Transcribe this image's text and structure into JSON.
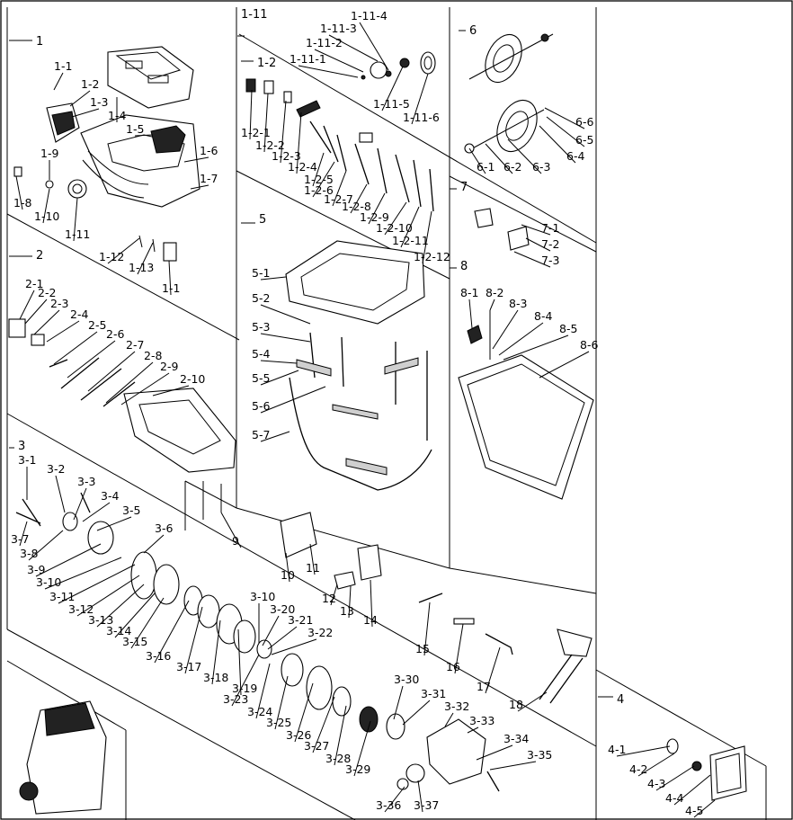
{
  "groups": [
    {
      "id": "g1",
      "label": "1",
      "items": [
        "1-1",
        "1-2",
        "1-3",
        "1-4",
        "1-5",
        "1-6",
        "1-7",
        "1-8",
        "1-9",
        "1-10",
        "1-11",
        "1-12",
        "1-13",
        "1-1"
      ]
    },
    {
      "id": "g1_2",
      "label": "1-2",
      "items": [
        "1-2-1",
        "1-2-2",
        "1-2-3",
        "1-2-4",
        "1-2-5",
        "1-2-6",
        "1-2-7",
        "1-2-8",
        "1-2-9",
        "1-2-10",
        "1-2-11",
        "1-2-12"
      ]
    },
    {
      "id": "g1_11",
      "label": "1-11",
      "items": [
        "1-11-1",
        "1-11-2",
        "1-11-3",
        "1-11-4",
        "1-11-5",
        "1-11-6"
      ]
    },
    {
      "id": "g6",
      "label": "6",
      "items": [
        "6-1",
        "6-2",
        "6-3",
        "6-4",
        "6-5",
        "6-6"
      ]
    },
    {
      "id": "g7",
      "label": "7",
      "items": [
        "7-1",
        "7-2",
        "7-3"
      ]
    },
    {
      "id": "g5",
      "label": "5",
      "items": [
        "5-1",
        "5-2",
        "5-3",
        "5-4",
        "5-5",
        "5-6",
        "5-7"
      ]
    },
    {
      "id": "g8",
      "label": "8",
      "items": [
        "8-1",
        "8-2",
        "8-3",
        "8-4",
        "8-5",
        "8-6"
      ]
    },
    {
      "id": "g2",
      "label": "2",
      "items": [
        "2-1",
        "2-2",
        "2-3",
        "2-4",
        "2-5",
        "2-6",
        "2-7",
        "2-8",
        "2-9",
        "2-10"
      ]
    },
    {
      "id": "g3",
      "label": "3",
      "items": [
        "3-1",
        "3-2",
        "3-3",
        "3-4",
        "3-5",
        "3-6",
        "3-7",
        "3-8",
        "3-9",
        "3-10",
        "3-11",
        "3-12",
        "3-13",
        "3-14",
        "3-15",
        "3-16",
        "3-17",
        "3-18",
        "3-19",
        "3-10",
        "3-20",
        "3-21",
        "3-22",
        "3-23",
        "3-24",
        "3-25",
        "3-26",
        "3-27",
        "3-28",
        "3-29",
        "3-30",
        "3-31",
        "3-32",
        "3-33",
        "3-34",
        "3-35",
        "3-36",
        "3-37"
      ]
    },
    {
      "id": "g4",
      "label": "4",
      "items": [
        "4-1",
        "4-2",
        "4-3",
        "4-4",
        "4-5"
      ]
    },
    {
      "id": "singles",
      "label": "",
      "items": [
        "9",
        "10",
        "11",
        "12",
        "13",
        "14",
        "15",
        "16",
        "17",
        "18"
      ]
    }
  ]
}
